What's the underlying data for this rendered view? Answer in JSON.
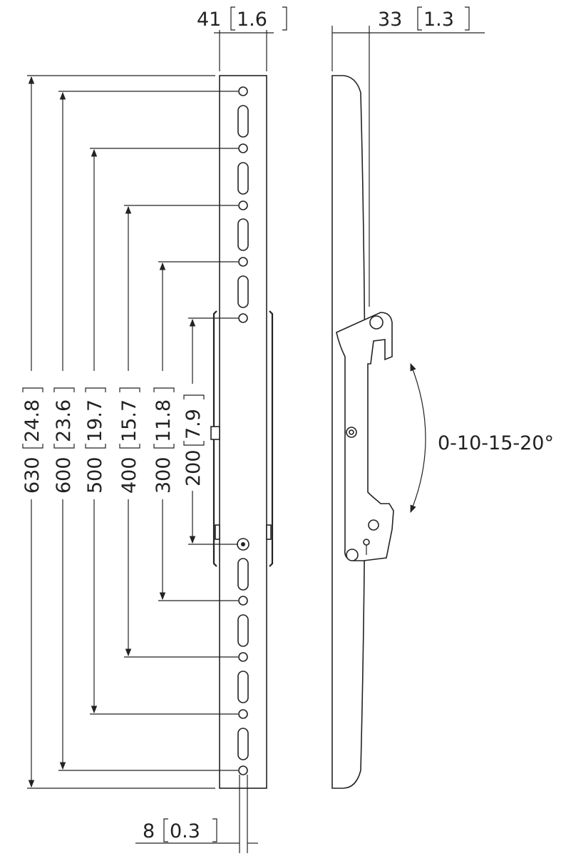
{
  "dimensions": {
    "rail_width": {
      "mm": "41",
      "in": "1.6"
    },
    "depth": {
      "mm": "33",
      "in": "1.3"
    },
    "slot_width": {
      "mm": "8",
      "in": "0.3"
    },
    "heights": [
      {
        "mm": "630",
        "in": "24.8"
      },
      {
        "mm": "600",
        "in": "23.6"
      },
      {
        "mm": "500",
        "in": "19.7"
      },
      {
        "mm": "400",
        "in": "15.7"
      },
      {
        "mm": "300",
        "in": "11.8"
      },
      {
        "mm": "200",
        "in": "7.9"
      }
    ]
  },
  "tilt_range": "0-10-15-20°"
}
